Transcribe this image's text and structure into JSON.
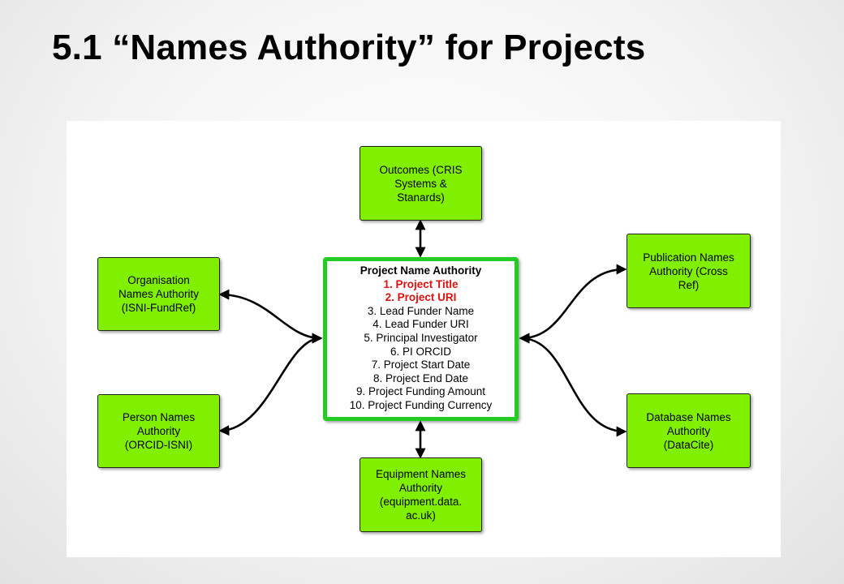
{
  "title": "5.1 “Names Authority” for Projects",
  "colors": {
    "node_fill": "#80f000",
    "center_border": "#22cc22",
    "highlight_text": "#e01010"
  },
  "center": {
    "title": "Project Name Authority",
    "items": [
      {
        "text": "1. Project Title",
        "highlight": true
      },
      {
        "text": "2. Project URI",
        "highlight": true
      },
      {
        "text": "3. Lead Funder Name",
        "highlight": false
      },
      {
        "text": "4. Lead Funder URI",
        "highlight": false
      },
      {
        "text": "5. Principal Investigator",
        "highlight": false
      },
      {
        "text": "6. PI ORCID",
        "highlight": false
      },
      {
        "text": "7. Project Start Date",
        "highlight": false
      },
      {
        "text": "8. Project End Date",
        "highlight": false
      },
      {
        "text": "9. Project Funding Amount",
        "highlight": false
      },
      {
        "text": "10. Project Funding Currency",
        "highlight": false
      }
    ]
  },
  "nodes": {
    "outcomes": "Outcomes (CRIS\nSystems &\nStanards)",
    "organisation": "Organisation\nNames Authority\n(ISNI-FundRef)",
    "person": "Person Names\nAuthority\n(ORCID-ISNI)",
    "equipment": "Equipment Names\nAuthority\n(equipment.data.\nac.uk)",
    "publication": "Publication Names\nAuthority (Cross\nRef)",
    "database": "Database Names\nAuthority\n(DataCite)"
  }
}
